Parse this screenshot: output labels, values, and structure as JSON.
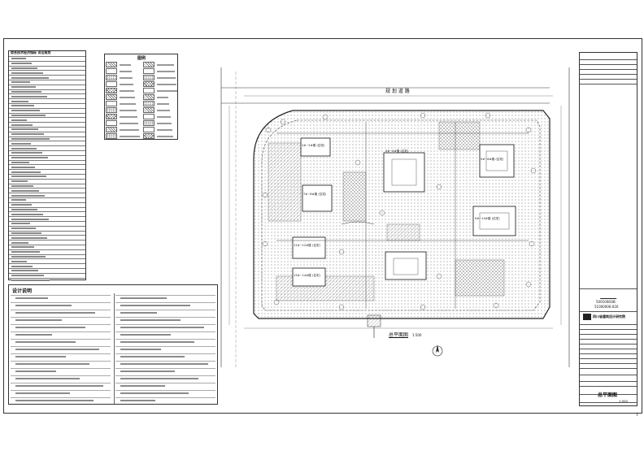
{
  "tables": {
    "indicator_title": "综合技术经济指标 详见规划",
    "legend_title": "图例",
    "notes_title": "设计说明"
  },
  "plan": {
    "road_label": "规 划 道 路",
    "plan_title": "总平面图",
    "scale": "1:500",
    "buildings": [
      {
        "label": "1#~2#楼 (住宅)"
      },
      {
        "label": "3#~4#楼 (住宅)"
      },
      {
        "label": "5#~6#楼 (住宅)"
      },
      {
        "label": "7#~8#楼 (住宅)"
      },
      {
        "label": "9#~10#楼 (住宅)"
      },
      {
        "label": "11#~12#楼 (住宅)"
      },
      {
        "label": "13#~14#楼 (住宅)"
      }
    ]
  },
  "titleblock": {
    "company_logo_text": "四川省建筑设计研究院",
    "stamp_number_1": "5001006OB",
    "stamp_number_2": "51000006-020",
    "sheet_title": "总平面图",
    "sheet_scale": "1:500",
    "sheet_id": "T"
  }
}
